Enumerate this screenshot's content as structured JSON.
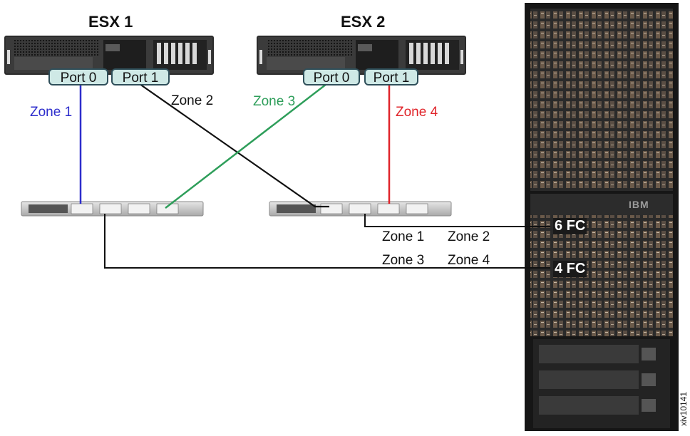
{
  "hosts": [
    {
      "title": "ESX 1",
      "ports": [
        "Port 0",
        "Port 1"
      ]
    },
    {
      "title": "ESX 2",
      "ports": [
        "Port 0",
        "Port 1"
      ]
    }
  ],
  "zones": {
    "zone1": {
      "label": "Zone 1",
      "color": "#2d2dcc"
    },
    "zone2": {
      "label": "Zone 2",
      "color": "#111111"
    },
    "zone3": {
      "label": "Zone 3",
      "color": "#2e9e5a"
    },
    "zone4": {
      "label": "Zone 4",
      "color": "#e0242a"
    }
  },
  "fc_links": [
    {
      "label": "6 FC",
      "zones_a": "Zone 1",
      "zones_b": "Zone 2"
    },
    {
      "label": "4 FC",
      "zones_a": "Zone 3",
      "zones_b": "Zone 4"
    }
  ],
  "storage": {
    "brand": "IBM"
  },
  "figure_id": "xiv10141"
}
